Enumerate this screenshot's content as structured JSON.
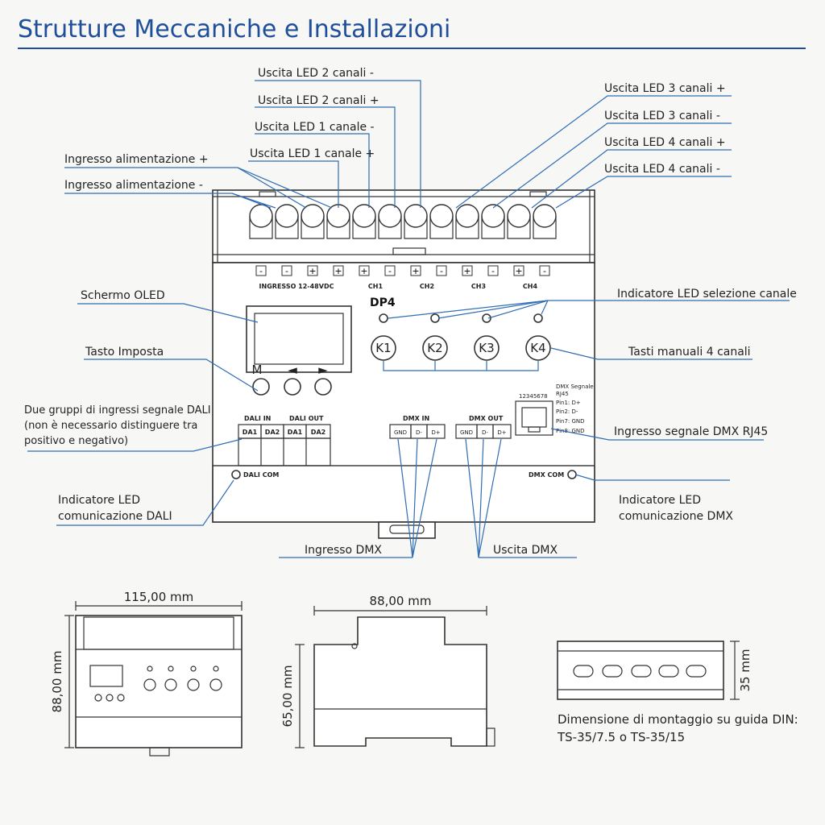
{
  "title": "Strutture Meccaniche e Installazioni",
  "device": {
    "model": "DP4",
    "terminal_signs": [
      "-",
      "-",
      "+",
      "+",
      "+",
      "-",
      "+",
      "-",
      "+",
      "-",
      "+",
      "-"
    ],
    "terminal_groups": [
      "INGRESSO 12-48VDC",
      "CH1",
      "CH2",
      "CH3",
      "CH4"
    ],
    "oled_buttons": [
      "M",
      "◄",
      "►"
    ],
    "channel_keys": [
      "K1",
      "K2",
      "K3",
      "K4"
    ],
    "dali_in": "DALI IN",
    "dali_out": "DALI OUT",
    "dali_pins": [
      "DA1",
      "DA2",
      "DA1",
      "DA2"
    ],
    "dmx_in": "DMX IN",
    "dmx_in_pins": [
      "GND",
      "D-",
      "D+"
    ],
    "dmx_out": "DMX OUT",
    "dmx_out_pins": [
      "GND",
      "D-",
      "D+"
    ],
    "rj45_info": [
      "DMX Segnale",
      "RJ45",
      "12345678",
      "Pin1: D+",
      "Pin2: D-",
      "Pin7: GND",
      "Pin8: GND"
    ],
    "dali_com": "DALI COM",
    "dmx_com": "DMX COM"
  },
  "callouts": {
    "led2_neg": "Uscita LED 2 canali -",
    "led2_pos": "Uscita LED 2 canali +",
    "led1_neg": "Uscita LED 1 canale -",
    "led1_pos": "Uscita LED 1 canale +",
    "power_pos": "Ingresso alimentazione +",
    "power_neg": "Ingresso alimentazione -",
    "led3_pos": "Uscita LED 3 canali +",
    "led3_neg": "Uscita LED 3 canali -",
    "led4_pos": "Uscita LED 4 canali +",
    "led4_neg": "Uscita LED 4 canali -",
    "oled": "Schermo OLED",
    "set_key": "Tasto Imposta",
    "dali_groups_1": "Due gruppi di ingressi segnale DALI",
    "dali_groups_2": "(non è necessario distinguere tra",
    "dali_groups_3": "positivo e negativo)",
    "led_channel_select": "Indicatore LED selezione canale",
    "manual_keys": "Tasti manuali 4 canali",
    "dmx_rj45": "Ingresso segnale DMX RJ45",
    "dali_led_1": "Indicatore LED",
    "dali_led_2": "comunicazione DALI",
    "dmx_led_1": "Indicatore LED",
    "dmx_led_2": "comunicazione DMX",
    "dmx_input": "Ingresso DMX",
    "dmx_output": "Uscita DMX"
  },
  "dimensions": {
    "width_front": "115,00 mm",
    "height_front": "88,00 mm",
    "depth_side": "88,00 mm",
    "height_side": "65,00 mm",
    "rail_height": "35 mm",
    "din_note_1": "Dimensione di montaggio su guida DIN:",
    "din_note_2": "TS-35/7.5 o TS-35/15"
  },
  "colors": {
    "title": "#1f4e9a",
    "title_rule": "#1f4e9a",
    "callout_line": "#2f6db5",
    "outline": "#333333"
  }
}
